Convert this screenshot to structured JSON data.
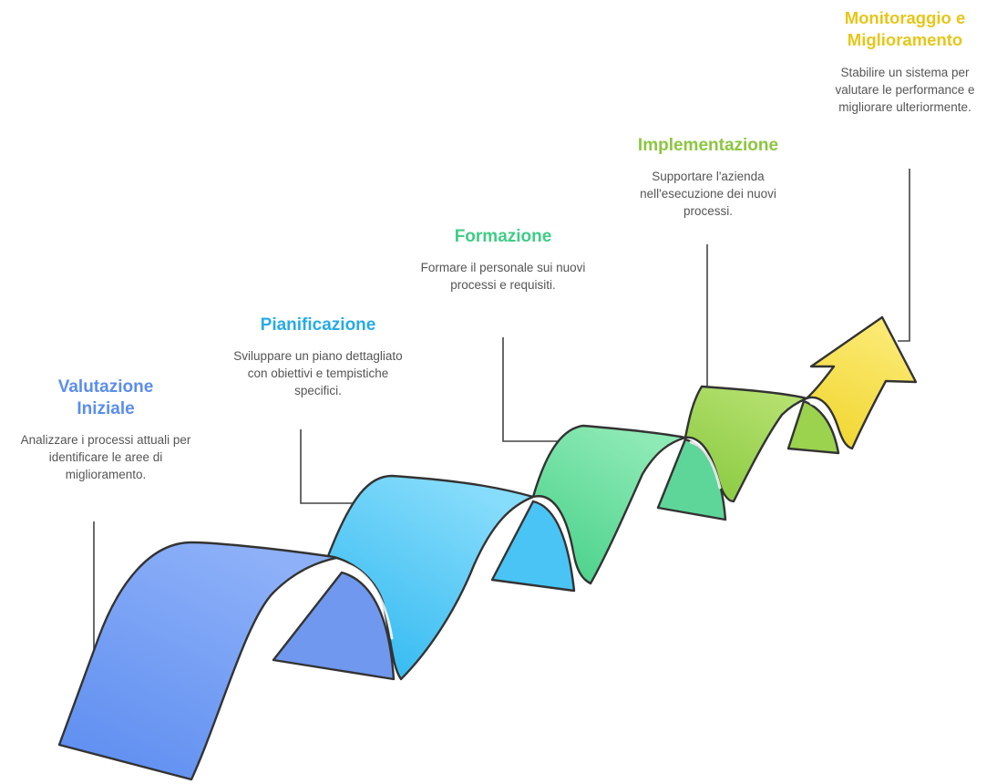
{
  "steps": [
    {
      "title": "Valutazione Iniziale",
      "description": "Analizzare i processi attuali per identificare le aree di miglioramento.",
      "color": "#5b8def"
    },
    {
      "title": "Pianificazione",
      "description": "Sviluppare un piano dettagliato con obiettivi e tempistiche specifici.",
      "color": "#27aae9"
    },
    {
      "title": "Formazione",
      "description": "Formare il personale sui nuovi processi e requisiti.",
      "color": "#3fcd86"
    },
    {
      "title": "Implementazione",
      "description": "Supportare l'azienda nell'esecuzione dei nuovi processi.",
      "color": "#8cc63f"
    },
    {
      "title": "Monitoraggio e Miglioramento",
      "description": "Stabilire un sistema per valutare le performance e migliorare ulteriormente.",
      "color": "#e6c619"
    }
  ]
}
